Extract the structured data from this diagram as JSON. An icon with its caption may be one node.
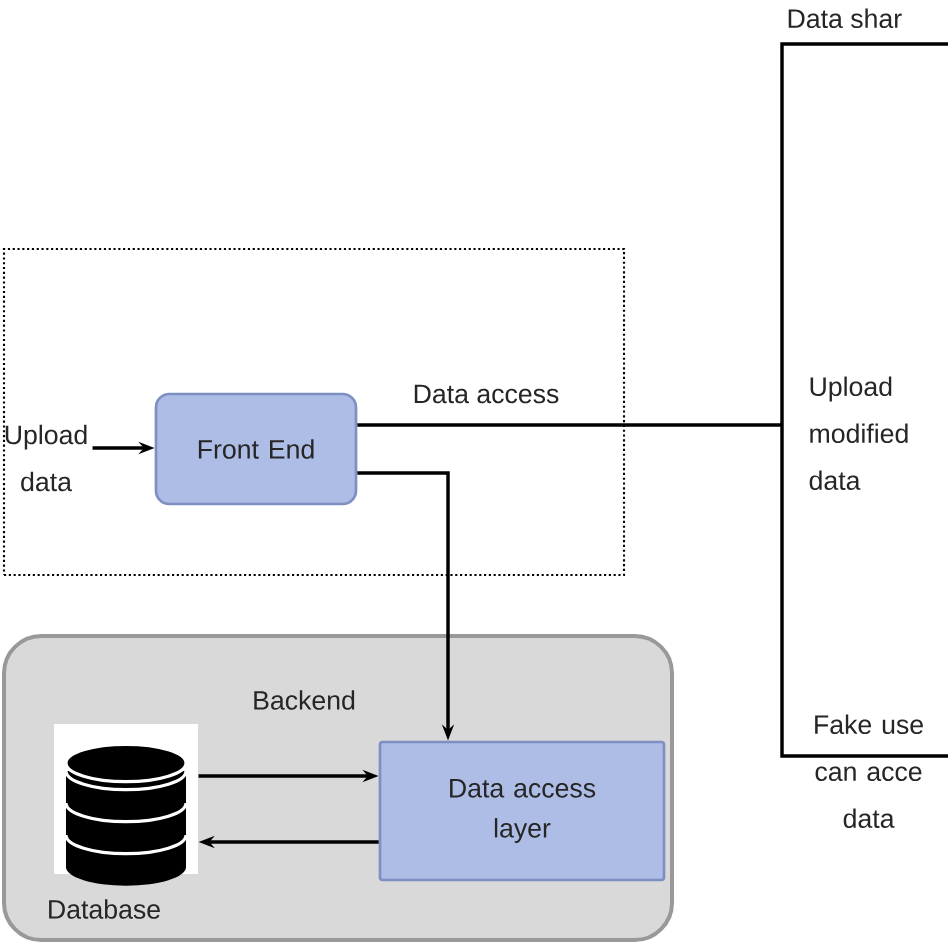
{
  "diagram": {
    "nodes": [
      {
        "text": [],
        "shape": "box"
      },
      {
        "text": [
          "Front End"
        ],
        "in": 0
      },
      {
        "text": [
          "Backend"
        ]
      },
      {
        "text": [
          "Database"
        ],
        "in": 2
      },
      {
        "text": [
          "Data access layer"
        ],
        "in": 2
      },
      {
        "text": [
          "Upload data"
        ],
        "in": 0
      }
    ],
    "edges": [
      {
        "from": 5,
        "to": 1,
        "arrow": "to"
      },
      {
        "from": 1,
        "to": null,
        "arrow": "none",
        "label": "Data access"
      },
      {
        "from": 1,
        "to": 4,
        "arrow": "to"
      },
      {
        "from": 3,
        "to": 4,
        "arrow": "to"
      },
      {
        "from": 4,
        "to": 3,
        "arrow": "to"
      }
    ],
    "labels": [
      "Data  shar",
      "Upload modified data",
      "Fake use can acce data"
    ]
  }
}
